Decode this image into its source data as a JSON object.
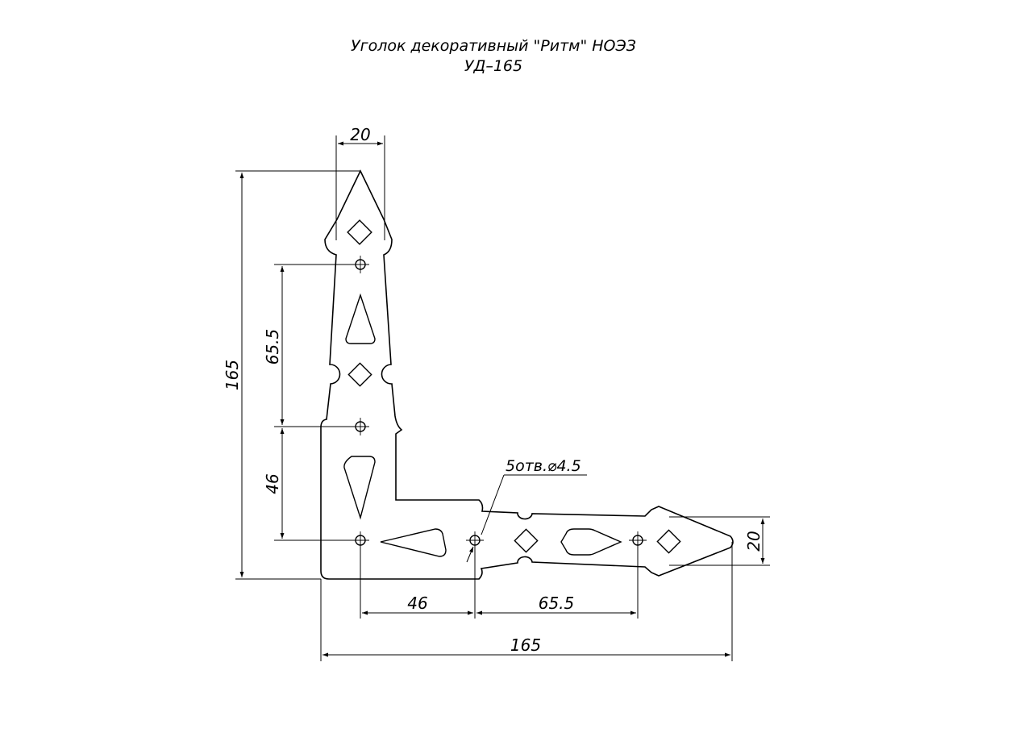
{
  "title": {
    "line1": "Уголок декоративный \"Ритм\" НОЭЗ",
    "line2": "УД–165"
  },
  "dimensions": {
    "top_width": "20",
    "total_height": "165",
    "hole_spacing_vertical_upper": "65.5",
    "hole_spacing_vertical_lower": "46",
    "hole_spacing_horizontal_left": "46",
    "hole_spacing_horizontal_right": "65.5",
    "total_width": "165",
    "right_height": "20"
  },
  "hole_note": "5отв.⌀4.5"
}
